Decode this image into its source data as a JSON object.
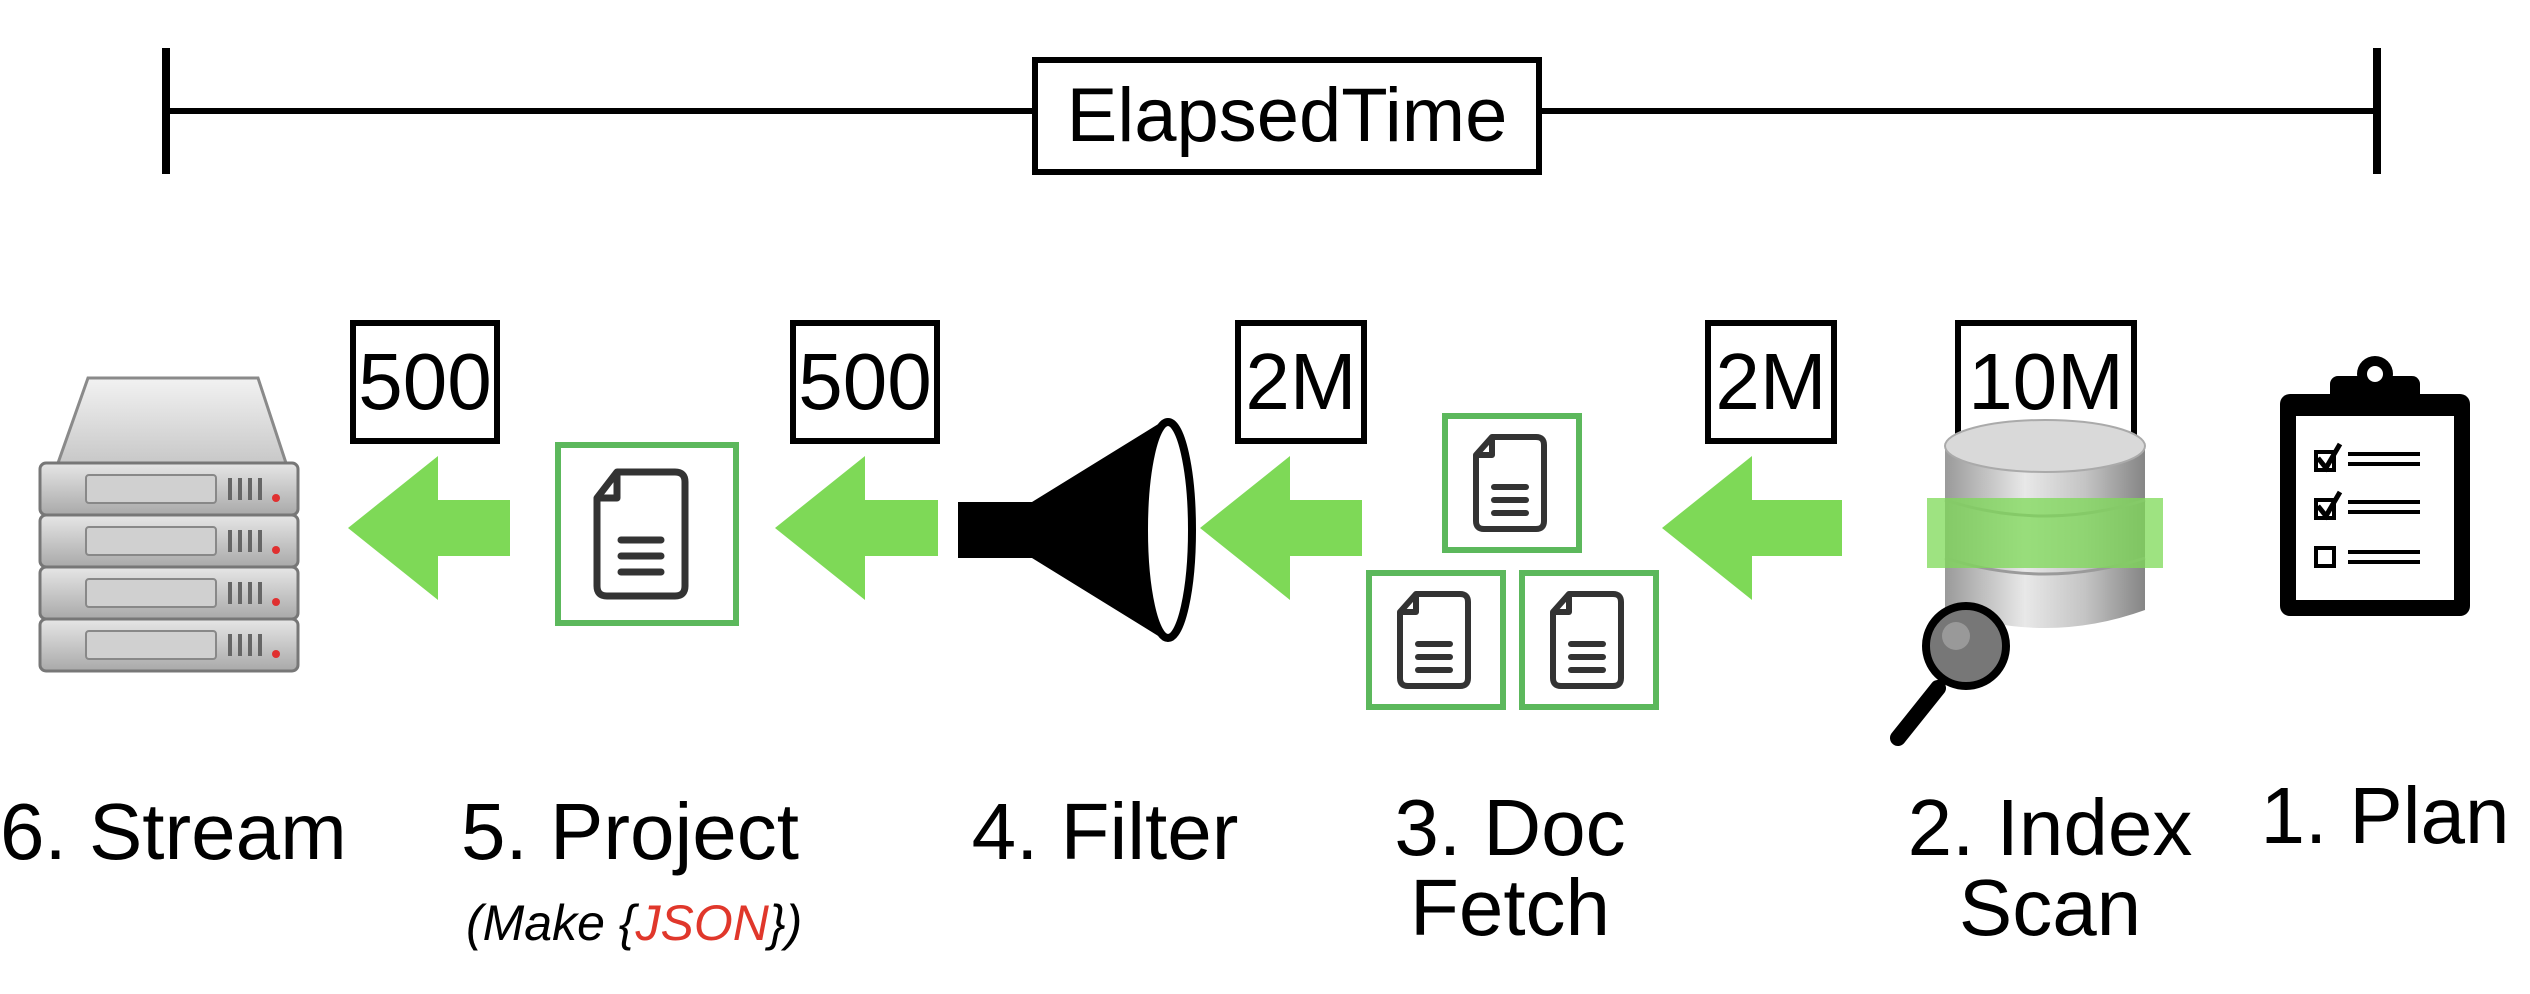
{
  "timeline": {
    "label": "ElapsedTime"
  },
  "counts": [
    "500",
    "500",
    "2M",
    "2M",
    "10M"
  ],
  "stages": {
    "stream": "6. Stream",
    "project": "5. Project",
    "project_sub_pre": "(Make {",
    "project_sub_accent": "JSON",
    "project_sub_post": "})",
    "filter": "4. Filter",
    "docfetch_line1": "3. Doc",
    "docfetch_line2": "Fetch",
    "indexscan_line1": "2. Index",
    "indexscan_line2": "Scan",
    "plan": "1. Plan"
  },
  "icons": [
    "server-icon",
    "document-icon",
    "funnel-icon",
    "database-icon",
    "magnifier-icon",
    "clipboard-icon"
  ],
  "colors": {
    "arrow": "#7ed957",
    "doc_border": "#5cb85c",
    "highlight": "#7ed957",
    "accent": "#e0372b"
  }
}
